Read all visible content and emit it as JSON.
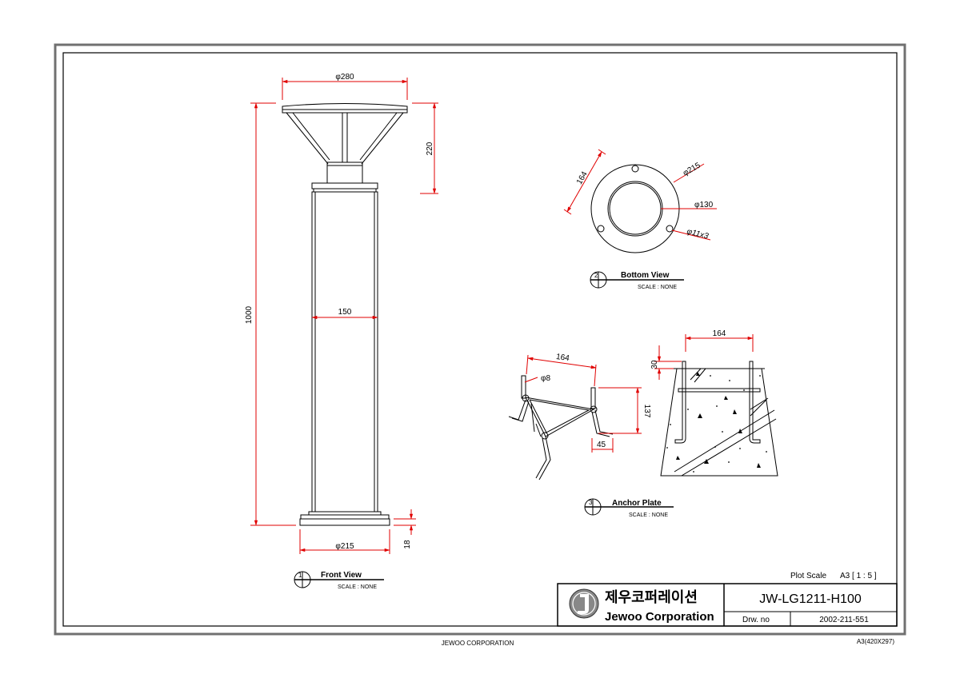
{
  "front_view": {
    "title": "Front View",
    "scale": "SCALE : NONE",
    "marker_number": "1",
    "dims": {
      "head_diameter": "φ280",
      "head_height": "220",
      "total_height": "1000",
      "pole_width": "150",
      "base_diameter": "φ215",
      "base_height": "18"
    }
  },
  "bottom_view": {
    "title": "Bottom View",
    "scale": "SCALE : NONE",
    "marker_number": "2",
    "dims": {
      "pcd": "164",
      "outer_diameter": "φ215",
      "inner_diameter": "φ130",
      "holes": "φ11x3"
    }
  },
  "anchor_plate": {
    "title": "Anchor Plate",
    "scale": "SCALE : NONE",
    "marker_number": "3",
    "dims": {
      "span": "164",
      "rod_diameter": "φ8",
      "height": "137",
      "foot": "45",
      "section_width": "164",
      "section_top": "30"
    }
  },
  "title_block": {
    "plot_scale_label": "Plot Scale",
    "plot_scale_value": "A3 [ 1 : 5 ]",
    "company_korean": "제우코퍼레이션",
    "company_english": "Jewoo Corporation",
    "drawing_title": "JW-LG1211-H100",
    "drawing_no_label": "Drw. no",
    "drawing_no": "2002-211-551"
  },
  "footer": {
    "company": "JEWOO CORPORATION",
    "paper_size": "A3(420X297)"
  },
  "colors": {
    "dimension": "#e00000",
    "line": "#000000",
    "frame": "#707070"
  }
}
